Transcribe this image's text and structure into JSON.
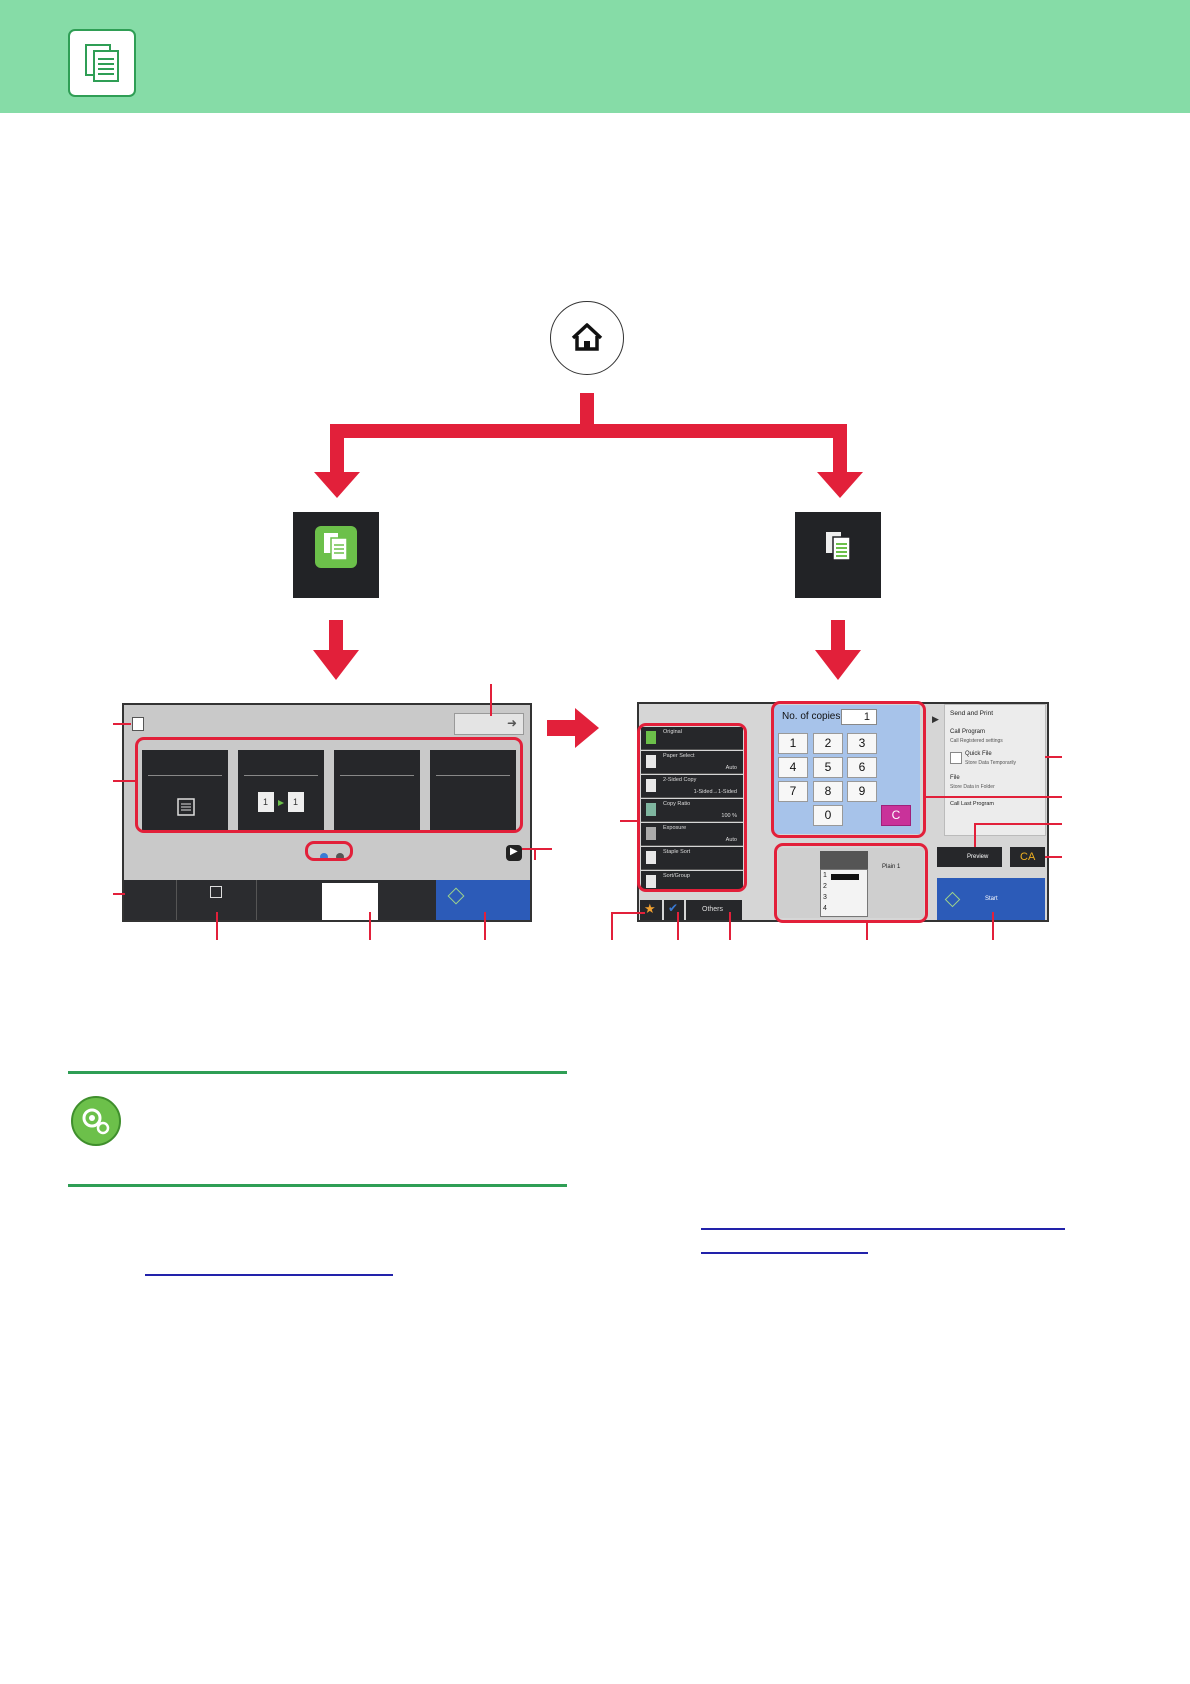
{
  "header": {
    "icon": "copy-icon",
    "color": "#86dca7"
  },
  "flow": {
    "home_icon": "home-icon",
    "left_app_icon": "easy-copy-icon",
    "right_app_icon": "copy-icon",
    "arrow_color": "#e2203a"
  },
  "right_screen": {
    "copies_label": "No. of copies",
    "copies_value": "1",
    "keypad": [
      "1",
      "2",
      "3",
      "4",
      "5",
      "6",
      "7",
      "8",
      "9",
      "0"
    ],
    "clear_key": "C",
    "functions": [
      {
        "label": "Original",
        "value": ""
      },
      {
        "label": "Paper Select",
        "value": "Auto"
      },
      {
        "label": "2-Sided Copy",
        "value": "1-Sided→1-Sided"
      },
      {
        "label": "Copy Ratio",
        "value": "100 %"
      },
      {
        "label": "Exposure",
        "value": "Auto"
      },
      {
        "label": "Staple Sort",
        "value": ""
      },
      {
        "label": "Sort/Group",
        "value": ""
      }
    ],
    "others_label": "Others",
    "action_panel": {
      "send_and_print": "Send and Print",
      "call_program": "Call Program",
      "call_program_sub": "Call Registered settings",
      "quick_file": "Quick File",
      "quick_file_sub": "Store Data Temporarily",
      "file": "File",
      "file_sub": "Store Data in Folder",
      "last_program": "Call Last Program"
    },
    "preview_label": "Preview",
    "ca_label": "CA",
    "start_label": "Start",
    "tray_label": "Plain 1",
    "trays": [
      "1",
      "2",
      "3",
      "4"
    ]
  }
}
